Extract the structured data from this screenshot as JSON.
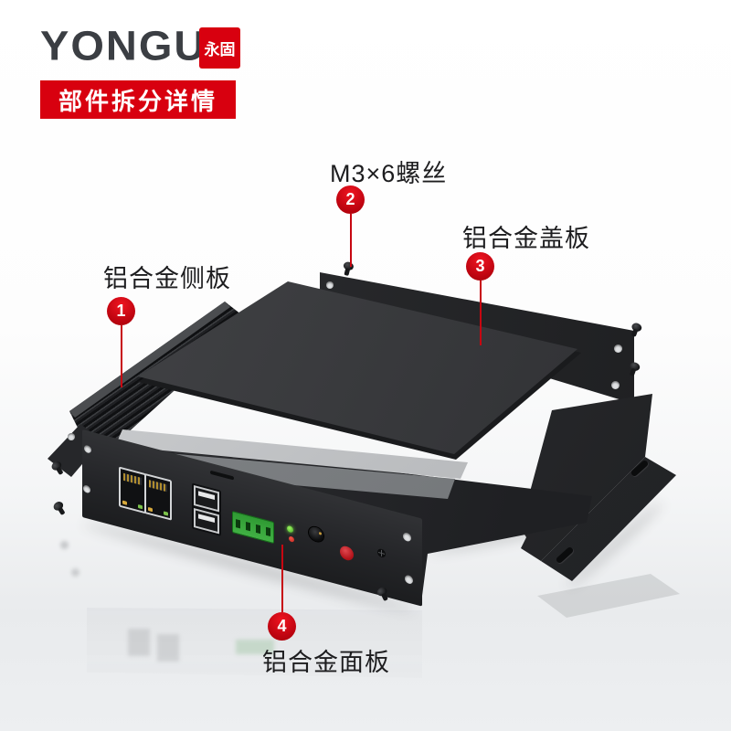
{
  "brand": {
    "logo_text": "YONGU",
    "seal_text": "永固"
  },
  "banner": {
    "title": "部件拆分详情"
  },
  "callouts": [
    {
      "number": "1",
      "label": "铝合金侧板"
    },
    {
      "number": "2",
      "label": "M3×6螺丝"
    },
    {
      "number": "3",
      "label": "铝合金盖板"
    },
    {
      "number": "4",
      "label": "铝合金面板"
    }
  ],
  "colors": {
    "accent_red": "#d8000f",
    "enclosure_black": "#242528",
    "terminal_green": "#3aa43e",
    "button_red": "#c3242a"
  }
}
